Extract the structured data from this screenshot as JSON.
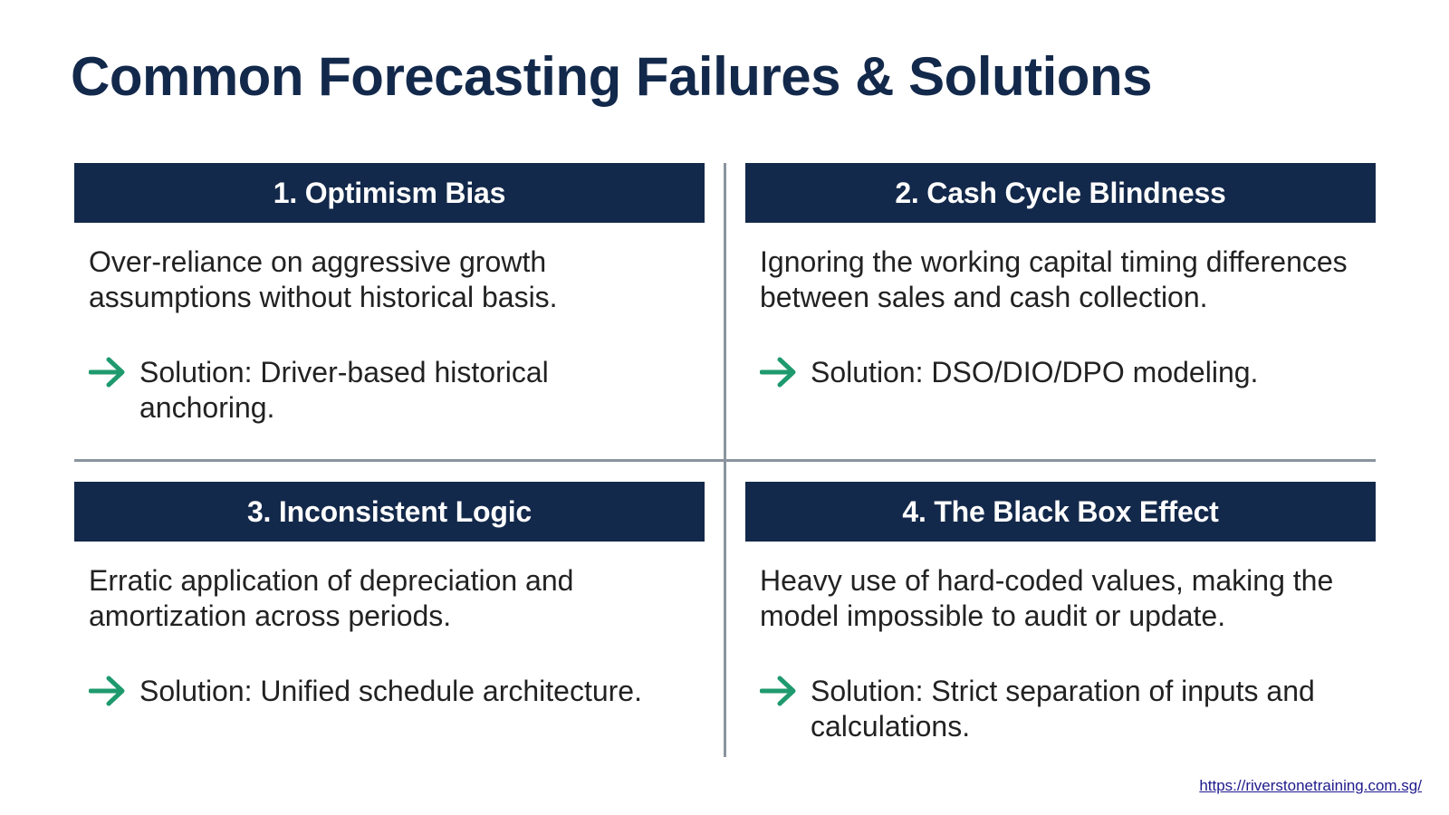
{
  "slide": {
    "title": "Common Forecasting Failures & Solutions"
  },
  "cards": [
    {
      "header": "1. Optimism Bias",
      "description": "Over-reliance on aggressive growth assumptions without historical basis.",
      "solution": "Solution: Driver-based historical anchoring."
    },
    {
      "header": "2. Cash Cycle Blindness",
      "description": "Ignoring the working capital timing differences between sales and cash collection.",
      "solution": "Solution: DSO/DIO/DPO modeling."
    },
    {
      "header": "3. Inconsistent Logic",
      "description": "Erratic application of depreciation and amortization across periods.",
      "solution": "Solution: Unified schedule architecture."
    },
    {
      "header": "4. The Black Box Effect",
      "description": "Heavy use of hard-coded values, making the model impossible to audit or update.",
      "solution": "Solution: Strict separation of inputs and calculations."
    }
  ],
  "footer": {
    "link_text": "https://riverstonetraining.com.sg/"
  },
  "colors": {
    "header_bg": "#13294b",
    "accent_arrow": "#1f9a6e",
    "divider": "#8a949e"
  },
  "icons": {
    "solution_marker": "arrow-right-icon"
  }
}
